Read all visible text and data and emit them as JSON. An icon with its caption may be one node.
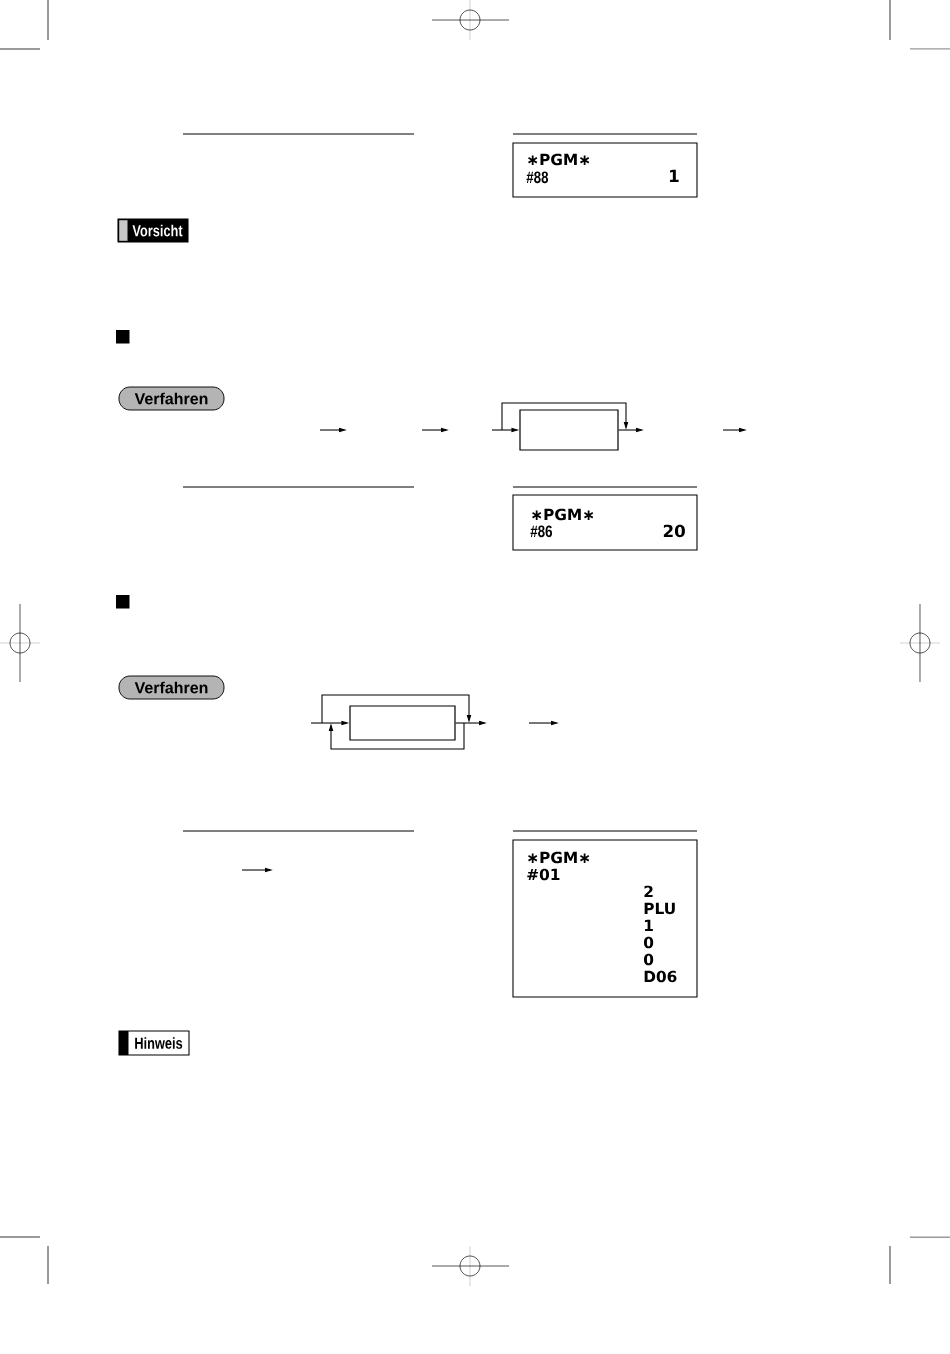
{
  "diagram": {
    "nodes": [
      {
        "text": [
          "∗PGM∗",
          "#88",
          "1"
        ]
      },
      {
        "text": [
          "Vorsicht"
        ]
      },
      {
        "text": [
          "Verfahren"
        ]
      },
      {
        "text": [],
        "shape": "box"
      },
      {
        "text": [
          "∗PGM∗",
          "#86",
          "20"
        ]
      },
      {
        "text": [
          "Verfahren"
        ]
      },
      {
        "text": [],
        "shape": "box"
      },
      {
        "text": [
          "∗PGM∗",
          "#01",
          "2",
          "PLU",
          "1",
          "0",
          "0",
          "D06"
        ]
      },
      {
        "text": [
          "Hinweis"
        ]
      }
    ],
    "edges": [
      {
        "from": null,
        "to": 3,
        "arrow": "to"
      },
      {
        "from": 3,
        "to": null,
        "arrow": "to"
      },
      {
        "from": null,
        "to": 6,
        "arrow": "to"
      },
      {
        "from": 6,
        "to": null,
        "arrow": "to"
      }
    ]
  }
}
